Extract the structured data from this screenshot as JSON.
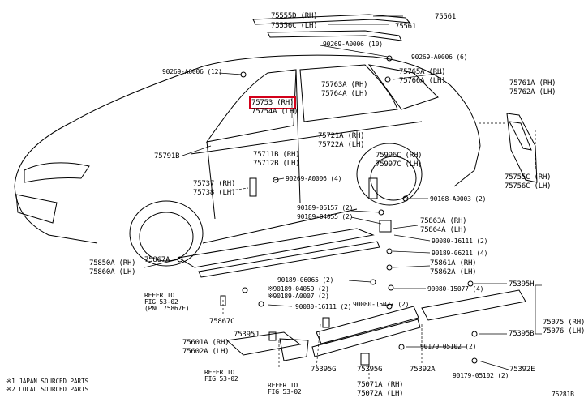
{
  "highlight_color": "#d3001a",
  "diagram_id": "75281B",
  "labels": {
    "l75555D": "75555D (RH)",
    "l75556C": "75556C (LH)",
    "l75561a": "75561",
    "l75561b": "75561",
    "l90269_10": "90269-A0006 (10)",
    "l90269_6": "90269-A0006 (6)",
    "l90269_12": "90269-A0006 (12)",
    "l75765A": "75765A (RH)",
    "l75766A": "75766A (LH)",
    "l75763A": "75763A (RH)",
    "l75764A": "75764A (LH)",
    "l75761A": "75761A (RH)",
    "l75762A": "75762A (LH)",
    "l75753": "75753 (RH)",
    "l75754A": "75754A (LH)",
    "l75791B": "75791B",
    "l75721A": "75721A (RH)",
    "l75722A": "75722A (LH)",
    "l75711B": "75711B (RH)",
    "l75712B": "75712B (LH)",
    "l75996C": "75996C (RH)",
    "l75997C": "75997C (LH)",
    "l75755C": "75755C (RH)",
    "l75756C": "75756C (LH)",
    "l75737": "75737 (RH)",
    "l75738": "75738 (LH)",
    "l90269_4": "90269-A0006 (4)",
    "l90168": "90168-A0003 (2)",
    "l90189_06157": "90189-06157 (2)",
    "l90189_04055": "90189-04055 (2)",
    "l75863A": "75863A (RH)",
    "l75864A": "75864A (LH)",
    "l90080_16111a": "90080-16111 (2)",
    "l90189_06211": "90189-06211 (4)",
    "l75861A": "75861A (RH)",
    "l75862A": "75862A (LH)",
    "l75850A": "75850A (RH)",
    "l75860A": "75860A (LH)",
    "l75867A": "75867A",
    "l90189_06065": "90189-06065 (2)",
    "l90189_04059": "※90189-04059 (2)",
    "l90189_A0007": "※90189-A0007 (2)",
    "l90080_16111b": "90080-16111 (2)",
    "l90080_15077a": "90080-15077 (4)",
    "l90080_15077b": "90080-15077 (2)",
    "l75395H": "75395H",
    "l75075": "75075 (RH)",
    "l75076": "75076 (LH)",
    "l75395B": "75395B",
    "l75867C": "75867C",
    "l75395J": "75395J",
    "l75601A": "75601A (RH)",
    "l75602A": "75602A (LH)",
    "l90179_05102a": "90179-05102 (2)",
    "l90179_05102b": "90179-05102 (2)",
    "l75392E": "75392E",
    "l75395G": "75395G",
    "l75395G2": "75395G",
    "l75392A": "75392A",
    "l75071A": "75071A (RH)",
    "l75072A": "75072A (LH)",
    "refer1a": "REFER TO",
    "refer1b": "FIG 53-02",
    "refer1c": "(PNC 75867F)",
    "refer2a": "REFER TO",
    "refer2b": "FIG 53-02",
    "refer3a": "REFER TO",
    "refer3b": "FIG 53-02"
  },
  "footnotes": {
    "n1": "※1 JAPAN SOURCED PARTS",
    "n2": "※2 LOCAL SOURCED PARTS"
  }
}
